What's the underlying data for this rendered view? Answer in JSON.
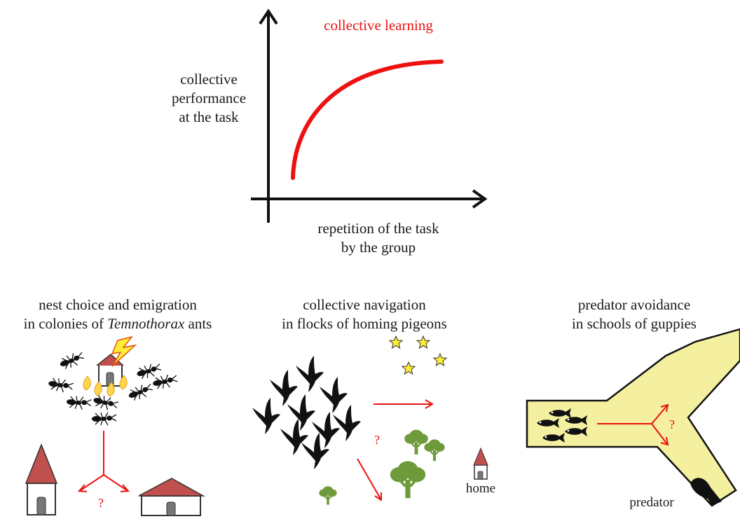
{
  "graph": {
    "curve_label": "collective learning",
    "ylabel_lines": [
      "collective",
      "performance",
      "at the task"
    ],
    "xlabel_lines": [
      "repetition of the task",
      "by the group"
    ]
  },
  "panels": {
    "ants": {
      "title_line1": "nest choice and emigration",
      "title_line2_prefix": "in colonies of ",
      "title_line2_italic": "Temnothorax",
      "title_line2_suffix": " ants",
      "question": "?"
    },
    "pigeons": {
      "title_lines": [
        "collective navigation",
        "in flocks of homing pigeons"
      ],
      "question": "?",
      "home_label": "home"
    },
    "guppies": {
      "title_lines": [
        "predator avoidance",
        "in schools of guppies"
      ],
      "question": "?",
      "predator_label": "predator"
    }
  },
  "colors": {
    "curve": "#ee1111",
    "arrow_red": "#ee1111",
    "roof": "#c0504d",
    "channel_fill": "#f4f0a0",
    "tree": "#6f9a3a",
    "star": "#ffee33"
  }
}
